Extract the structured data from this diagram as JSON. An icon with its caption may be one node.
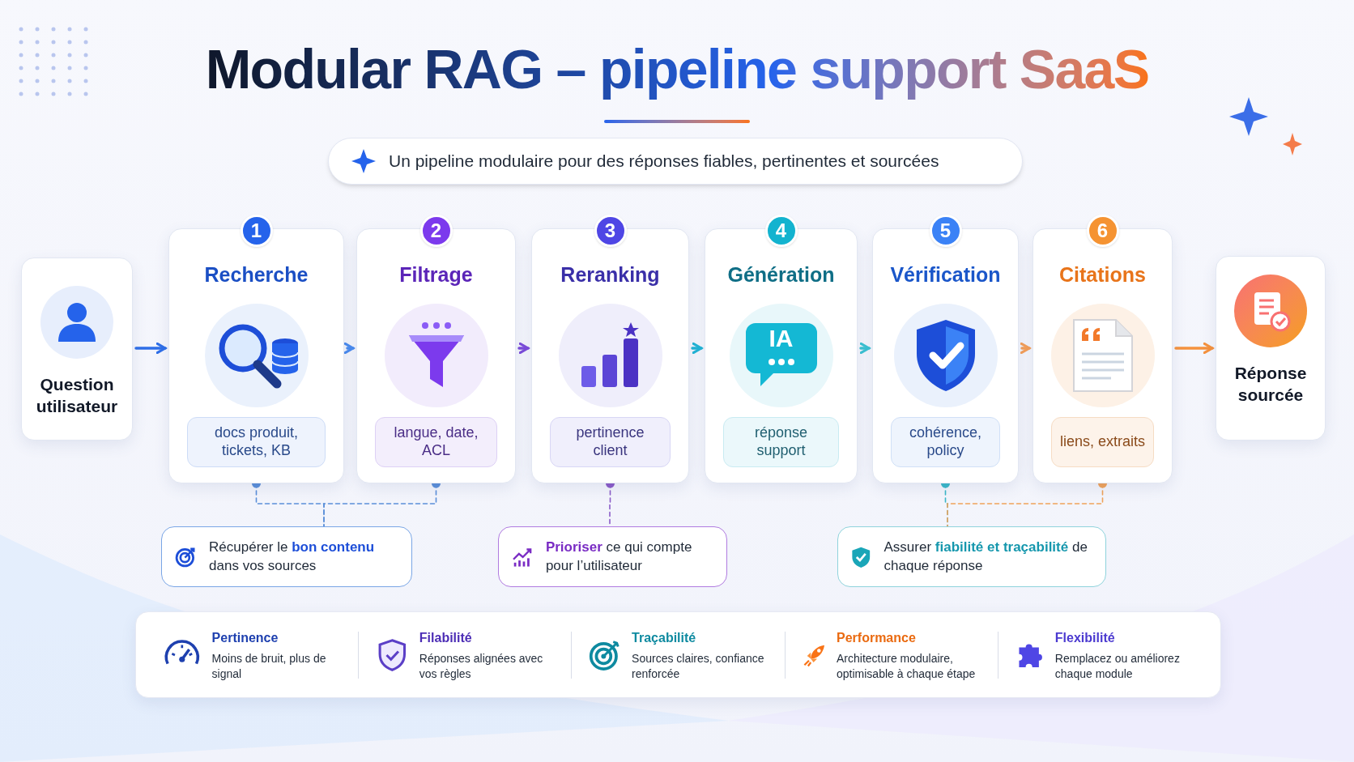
{
  "diagram": {
    "title": "Modular RAG – pipeline support SaaS",
    "nodes": [
      {
        "text": [
          "Question utilisateur"
        ]
      },
      {
        "text": [
          "1",
          "Recherche"
        ]
      },
      {
        "text": [
          "docs produit, tickets, KB"
        ],
        "in": 1
      },
      {
        "text": [
          "2",
          "Filtrage"
        ]
      },
      {
        "text": [
          "langue, date, ACL"
        ],
        "in": 3
      },
      {
        "text": [
          "3",
          "Reranking"
        ]
      },
      {
        "text": [
          "pertinence client"
        ],
        "in": 5
      },
      {
        "text": [
          "4",
          "Génération"
        ]
      },
      {
        "text": [
          "réponse support"
        ],
        "in": 7
      },
      {
        "text": [
          "5",
          "Vérification"
        ]
      },
      {
        "text": [
          "cohérence, policy"
        ],
        "in": 9
      },
      {
        "text": [
          "6",
          "Citations"
        ]
      },
      {
        "text": [
          "liens, extraits"
        ],
        "in": 11
      },
      {
        "text": [
          "Réponse sourcée"
        ]
      },
      {
        "text": [
          "Récupérer le **bon contenu** dans vos sources"
        ]
      },
      {
        "text": [
          "**Prioriser** ce qui compte pour l’utilisateur"
        ]
      },
      {
        "text": [
          "Assurer **fiabilité et traçabilité** de chaque réponse"
        ]
      }
    ],
    "edges": [
      {
        "from": 0,
        "to": 1,
        "arrow": "to",
        "color": "#2f6fe8"
      },
      {
        "from": 1,
        "to": 3,
        "arrow": "to",
        "color": "#4a8cf0"
      },
      {
        "from": 3,
        "to": 5,
        "arrow": "to",
        "color": "#7c4ddb"
      },
      {
        "from": 5,
        "to": 7,
        "arrow": "to",
        "color": "#22b5d6"
      },
      {
        "from": 7,
        "to": 9,
        "arrow": "to",
        "color": "#3cc3d3"
      },
      {
        "from": 9,
        "to": 11,
        "arrow": "to",
        "color": "#f5a05a"
      },
      {
        "from": 11,
        "to": 13,
        "arrow": "to",
        "color": "#f5923e"
      },
      {
        "from": 1,
        "to": 14,
        "arrow": "other",
        "style": "dashed",
        "color": "#5b8fd9"
      },
      {
        "from": 3,
        "to": 14,
        "arrow": "other",
        "style": "dashed",
        "color": "#5b8fd9"
      },
      {
        "from": 5,
        "to": 15,
        "arrow": "other",
        "style": "dashed",
        "color": "#8b5cc8"
      },
      {
        "from": 9,
        "to": 16,
        "arrow": "other",
        "style": "dashed",
        "color": "#3bb8c9"
      },
      {
        "from": 11,
        "to": 16,
        "arrow": "other",
        "style": "dashed",
        "color": "#f0a35a"
      }
    ],
    "labels": [
      "Un pipeline modulaire pour des réponses fiables, pertinentes et sourcées",
      "IA",
      "Pertinence",
      "Moins de bruit, plus de signal",
      "Filabilité",
      "Réponses alignées avec vos règles",
      "Traçabilité",
      "Sources claires, confiance renforcée",
      "Performance",
      "Architecture modulaire, optimisable à chaque étape",
      "Flexibilité",
      "Remplacez ou améliorez chaque module"
    ]
  }
}
